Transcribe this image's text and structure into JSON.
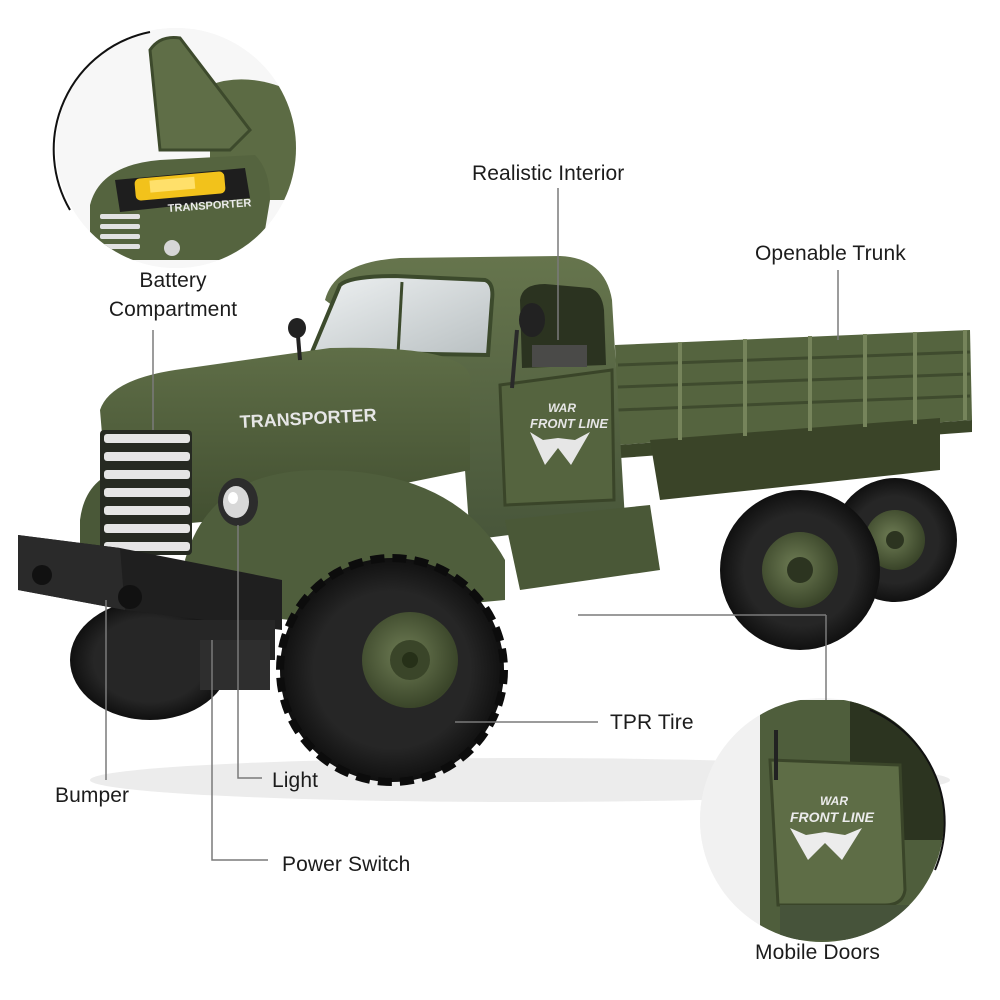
{
  "labels": {
    "realistic_interior": "Realistic Interior",
    "openable_trunk": "Openable Trunk",
    "battery_compartment_line1": "Battery",
    "battery_compartment_line2": "Compartment",
    "tpr_tire": "TPR Tire",
    "bumper": "Bumper",
    "light": "Light",
    "power_switch": "Power Switch",
    "mobile_doors": "Mobile Doors"
  },
  "decals": {
    "hood": "TRANSPORTER",
    "door_line1": "WAR",
    "door_line2": "FRONT LINE",
    "battery_lid": "TRANSPORTER",
    "inset_door_line1": "WAR",
    "inset_door_line2": "FRONT LINE"
  },
  "colors": {
    "olive_body": "#4c5b3a",
    "olive_light": "#68774f",
    "olive_dark": "#323c25",
    "tire": "#1b1b1b",
    "leader_line": "#7a7a7a",
    "battery_yellow": "#f2c21b"
  }
}
